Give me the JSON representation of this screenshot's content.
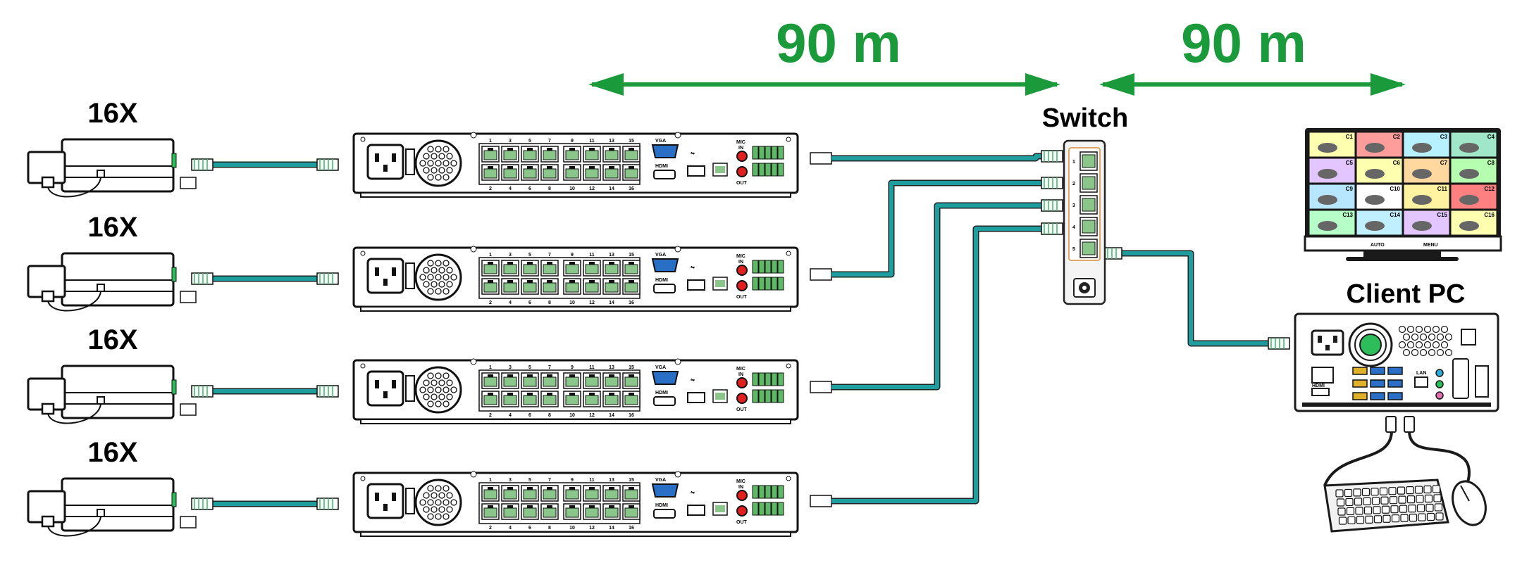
{
  "distance_left": "90 m",
  "distance_right": "90 m",
  "switch_label": "Switch",
  "client_pc_label": "Client PC",
  "camera_groups": [
    {
      "count_label": "16X"
    },
    {
      "count_label": "16X"
    },
    {
      "count_label": "16X"
    },
    {
      "count_label": "16X"
    }
  ],
  "nvr_port_numbers_top": [
    "1",
    "3",
    "5",
    "7",
    "9",
    "11",
    "13",
    "15"
  ],
  "nvr_port_numbers_bottom": [
    "2",
    "4",
    "6",
    "8",
    "10",
    "12",
    "14",
    "16"
  ],
  "nvr_labels": {
    "vga": "VGA",
    "hdmi": "HDMI",
    "mic": "MIC",
    "in": "IN",
    "out": "OUT"
  },
  "switch_ports": [
    "1",
    "2",
    "3",
    "4",
    "5"
  ],
  "monitor_labels": {
    "auto": "AUTO",
    "menu": "MENU"
  },
  "monitor_tiles": [
    "C1",
    "C2",
    "C3",
    "C4",
    "C5",
    "C6",
    "C7",
    "C8",
    "C9",
    "C10",
    "C11",
    "C12",
    "C13",
    "C14",
    "C15",
    "C16"
  ],
  "pc_port_labels": {
    "hdmi": "HDMI",
    "lan": "LAN"
  },
  "colors": {
    "cable": "#1f9ea0",
    "distance": "#1a9a3a",
    "fan_center": "#2ebd5b"
  }
}
